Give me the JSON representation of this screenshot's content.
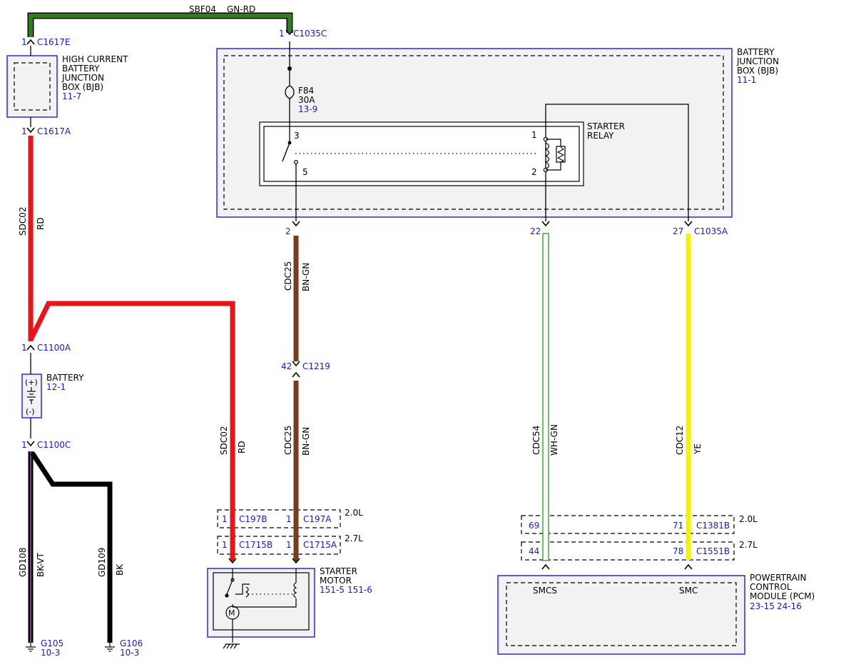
{
  "top_wire": {
    "circuit": "SBF04",
    "color": "GN-RD"
  },
  "connectors": {
    "c1617e": {
      "pin": "1",
      "name": "C1617E"
    },
    "c1617a": {
      "pin": "1",
      "name": "C1617A"
    },
    "c1035c": {
      "pin": "1",
      "name": "C1035C"
    },
    "c1100a": {
      "pin": "1",
      "name": "C1100A"
    },
    "c1100c": {
      "pin": "1",
      "name": "C1100C"
    },
    "c1035a_2": {
      "pin": "2"
    },
    "c1035a_22": {
      "pin": "22"
    },
    "c1035a_27": {
      "pin": "27",
      "name": "C1035A"
    },
    "c1219": {
      "pin": "42",
      "name": "C1219"
    }
  },
  "hcbjb": {
    "line1": "HIGH CURRENT",
    "line2": "BATTERY",
    "line3": "JUNCTION",
    "line4": "BOX (BJB)",
    "ref": "11-7"
  },
  "bjb": {
    "line1": "BATTERY",
    "line2": "JUNCTION",
    "line3": "BOX (BJB)",
    "ref": "11-1"
  },
  "fuse": {
    "name": "F84",
    "rating": "30A",
    "ref": "13-9"
  },
  "relay": {
    "line1": "STARTER",
    "line2": "RELAY",
    "pin3": "3",
    "pin5": "5",
    "pin1": "1",
    "pin2": "2"
  },
  "battery": {
    "label": "BATTERY",
    "ref": "12-1",
    "pos": "(+)",
    "neg": "(-)"
  },
  "wires": {
    "sdc02_upper": {
      "circuit": "SDC02",
      "color": "RD"
    },
    "sdc02_lower": {
      "circuit": "SDC02",
      "color": "RD"
    },
    "cdc25_upper": {
      "circuit": "CDC25",
      "color": "BN-GN"
    },
    "cdc25_lower": {
      "circuit": "CDC25",
      "color": "BN-GN"
    },
    "cdc54": {
      "circuit": "CDC54",
      "color": "WH-GN"
    },
    "cdc12": {
      "circuit": "CDC12",
      "color": "YE"
    },
    "gd108": {
      "circuit": "GD108",
      "color": "BK-VT"
    },
    "gd109": {
      "circuit": "GD109",
      "color": "BK"
    }
  },
  "motor_connectors": {
    "row20": {
      "pin_a": "1",
      "name_a": "C197B",
      "pin_b": "1",
      "name_b": "C197A",
      "engine": "2.0L"
    },
    "row27": {
      "pin_a": "1",
      "name_a": "C1715B",
      "pin_b": "1",
      "name_b": "C1715A",
      "engine": "2.7L"
    }
  },
  "pcm_connectors": {
    "row20": {
      "pin_a": "69",
      "pin_b": "71",
      "name": "C1381B",
      "engine": "2.0L"
    },
    "row27": {
      "pin_a": "44",
      "pin_b": "78",
      "name": "C1551B",
      "engine": "2.7L"
    }
  },
  "starter_motor": {
    "line1": "STARTER",
    "line2": "MOTOR",
    "ref1": "151-5",
    "ref2": "151-6"
  },
  "pcm": {
    "line1": "POWERTRAIN",
    "line2": "CONTROL",
    "line3": "MODULE (PCM)",
    "ref1": "23-15",
    "ref2": "24-16",
    "pin_smcs": "SMCS",
    "pin_smc": "SMC"
  },
  "grounds": {
    "g105": {
      "name": "G105",
      "ref": "10-3"
    },
    "g106": {
      "name": "G106",
      "ref": "10-3"
    }
  },
  "colors": {
    "green_red": "#2f7d1e",
    "red": "#e8141a",
    "brown": "#7a3a1c",
    "yellow": "#f2f20c",
    "white_green": "#4caf50",
    "black": "#000000",
    "violet": "#7a3fa0",
    "box_blue": "#2b2bd6",
    "ref_blue": "#1a1acc"
  }
}
